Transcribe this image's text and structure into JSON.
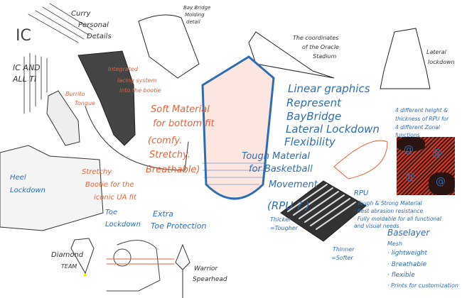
{
  "title_notes": {
    "curry": [
      "Curry",
      "Personal",
      "Details"
    ],
    "logo": "IC",
    "ic_and_all": [
      "IC AND",
      "ALL TI"
    ]
  },
  "bay_bridge_note": [
    "Bay Bridge",
    "Molding",
    "detail"
  ],
  "lacing_note": [
    "Integrated",
    "lacing system",
    "into the bootie"
  ],
  "tongue_note": [
    "Burrito",
    "Tongue"
  ],
  "soft_material_note": [
    "Soft Material",
    "for bottom fit",
    "(comfy.",
    "Stretchy.",
    "Breathable)"
  ],
  "bootie_note": [
    "Stretchy",
    "Bootie for the",
    "iconic UA fit"
  ],
  "heel_note": [
    "Heel",
    "Lockdown"
  ],
  "toe_note": [
    "Toe",
    "Lockdown"
  ],
  "toe_protection_note": [
    "Extra",
    "Toe Protection"
  ],
  "diamond_note": [
    "Diamond",
    "TEAM"
  ],
  "warrior_note": [
    "Warrior",
    "Spearhead"
  ],
  "stadium_note": [
    "The coordinates",
    "of the Oracle",
    "Stadium"
  ],
  "lateral_note": [
    "Lateral",
    "lockdown"
  ],
  "linear_note": [
    "Linear graphics",
    "Represent",
    "BayBridge",
    "Lateral Lockdown",
    "Flexibility"
  ],
  "zonal_note": [
    "4 different height &",
    "thickness of RPU for",
    "4 different Zonal",
    "functions"
  ],
  "tough_note": [
    "Tough Material",
    "for Basketball",
    "Movement",
    "(RPU ? )"
  ],
  "thicker_note": [
    "Thicker",
    "=Tougher"
  ],
  "thinner_note": [
    "Thinner",
    "=Softer"
  ],
  "rpu": {
    "title": "RPU",
    "bullets": [
      "· Tough & Strong Material",
      "· Best abrasion resistance",
      "· Fully moldable for all functional",
      "  and visual needs"
    ]
  },
  "baselayer": {
    "title": "Baselayer",
    "subtitle": "Mesh",
    "bullets": [
      "· lightweight",
      "· Breathable",
      "· flexible",
      "· Prints for customization"
    ]
  },
  "colors": {
    "orange": "#e5623a",
    "blue": "#2f6db3",
    "ink": "#333333"
  }
}
